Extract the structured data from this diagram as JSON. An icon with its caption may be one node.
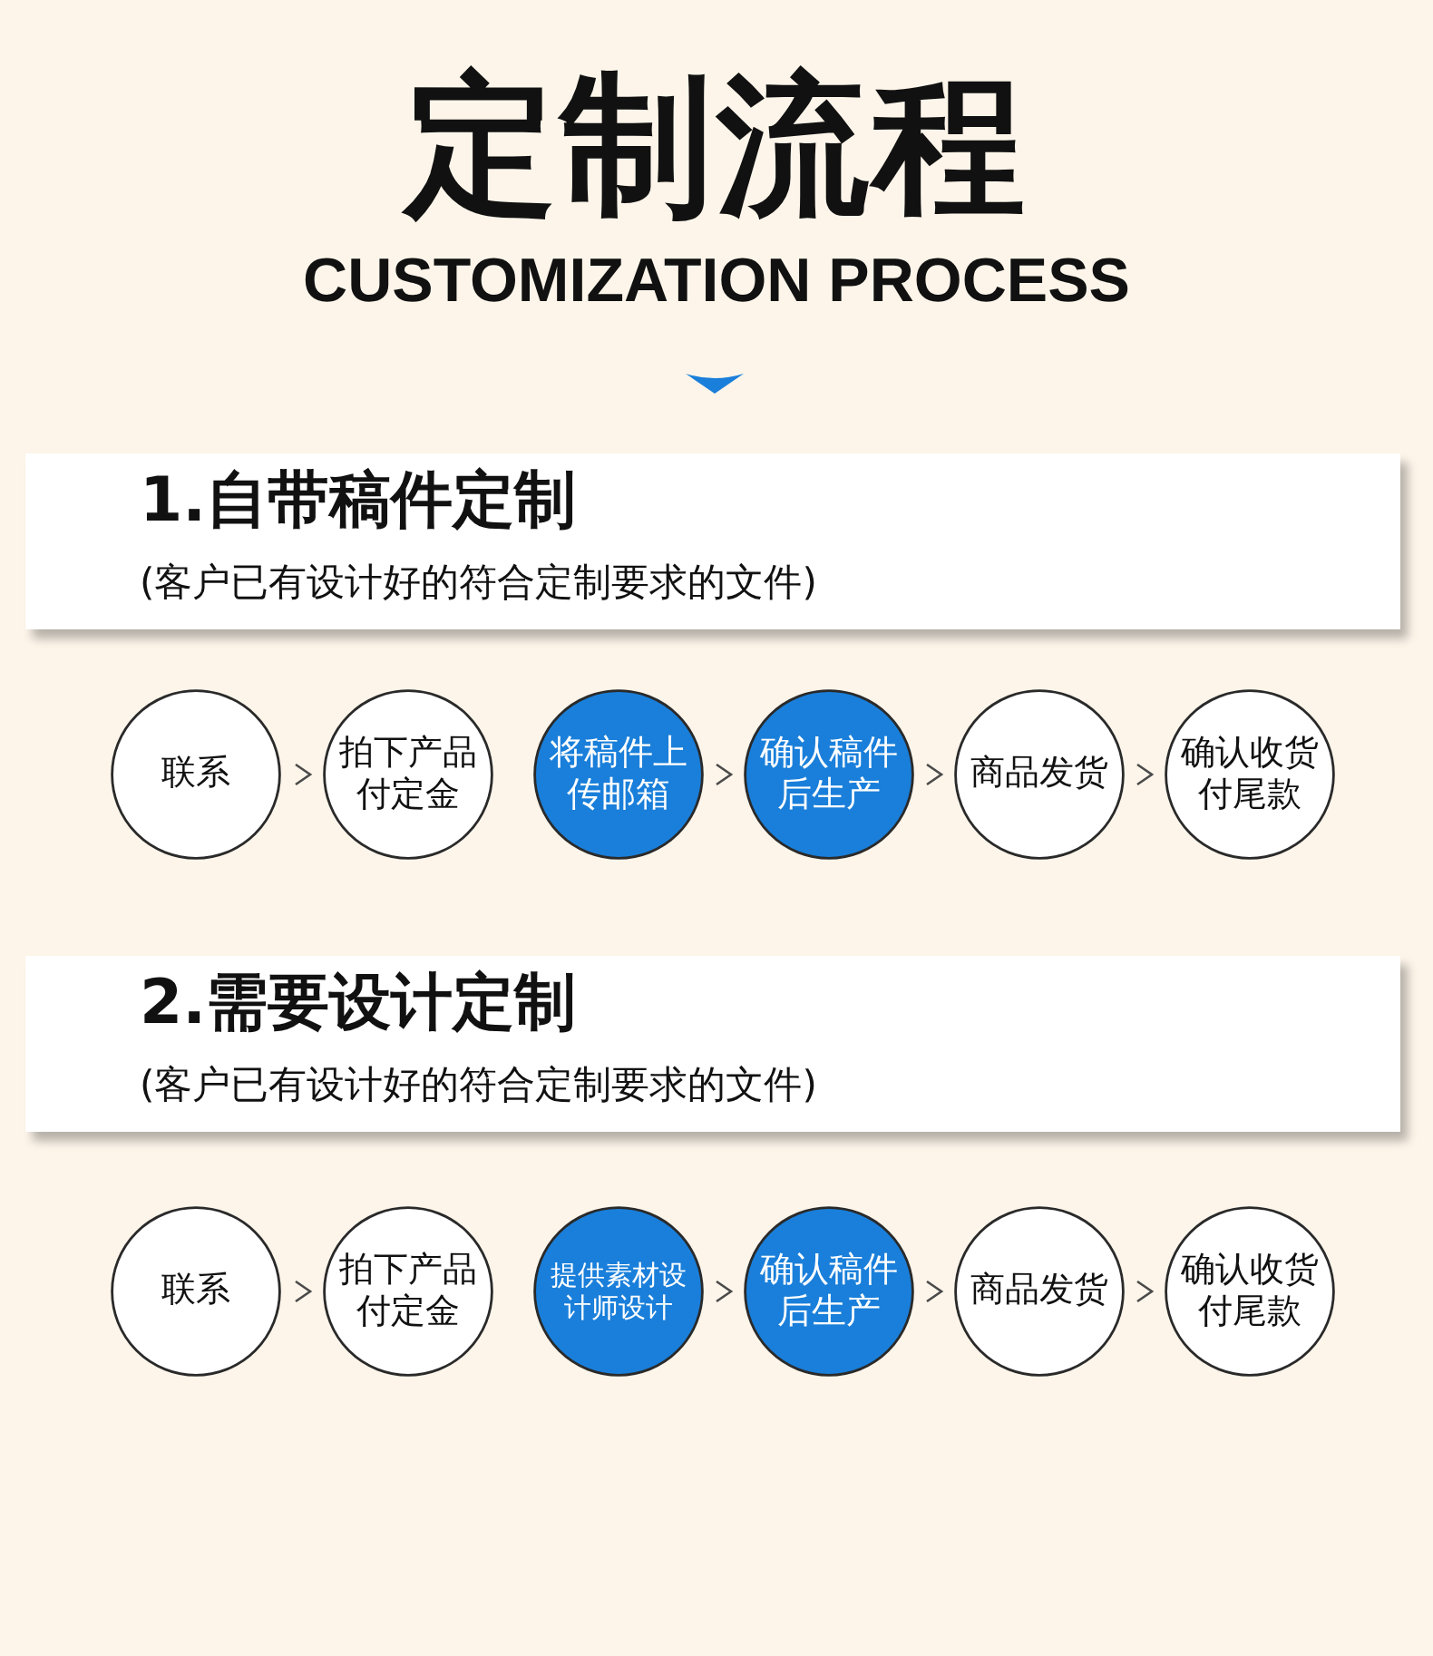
{
  "diagram": {
    "title": "定制流程",
    "nodes": [
      {
        "text": [
          "1.自带稿件定制",
          "(客户已有设计好的符合定制要求的文件)"
        ]
      },
      {
        "text": [
          "联系"
        ]
      },
      {
        "text": [
          "拍下产品付定金"
        ]
      },
      {
        "text": [
          "将稿件上传邮箱"
        ]
      },
      {
        "text": [
          "确认稿件后生产"
        ]
      },
      {
        "text": [
          "商品发货"
        ]
      },
      {
        "text": [
          "确认收货付尾款"
        ]
      },
      {
        "text": [
          "2.需要设计定制",
          "(客户已有设计好的符合定制要求的文件)"
        ]
      },
      {
        "text": [
          "联系"
        ]
      },
      {
        "text": [
          "拍下产品付定金"
        ]
      },
      {
        "text": [
          "提供素材设计师设计"
        ]
      },
      {
        "text": [
          "确认稿件后生产"
        ]
      },
      {
        "text": [
          "商品发货"
        ]
      },
      {
        "text": [
          "确认收货付尾款"
        ]
      }
    ],
    "edges": [
      {
        "from": 1,
        "to": 2,
        "arrow": "to"
      },
      {
        "from": 3,
        "to": 4,
        "arrow": "to"
      },
      {
        "from": 4,
        "to": 5,
        "arrow": "to"
      },
      {
        "from": 5,
        "to": 6,
        "arrow": "to"
      },
      {
        "from": 8,
        "to": 9,
        "arrow": "to"
      },
      {
        "from": 10,
        "to": 11,
        "arrow": "to"
      },
      {
        "from": 11,
        "to": 12,
        "arrow": "to"
      },
      {
        "from": 12,
        "to": 13,
        "arrow": "to"
      }
    ],
    "labels": [
      "CUSTOMIZATION PROCESS"
    ]
  }
}
